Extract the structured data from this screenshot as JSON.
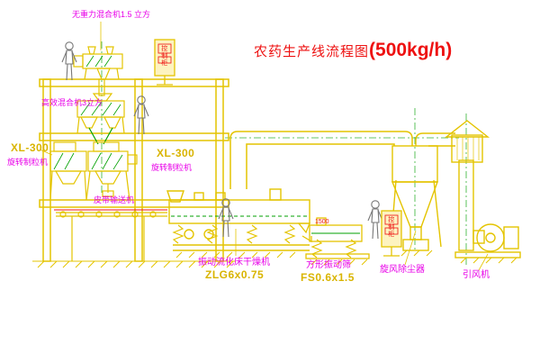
{
  "title": {
    "text": "农药生产线流程图",
    "capacity": "(500kg/h)"
  },
  "equipment": {
    "mixer_top": {
      "label": "无重力混合机1.5 立方"
    },
    "mixer_mid": {
      "label": "高效混合机3立方"
    },
    "granulator_left": {
      "model": "XL-300",
      "label": "旋转制粒机"
    },
    "granulator_center": {
      "model": "XL-300",
      "label": "旋转制粒机"
    },
    "belt_conveyor": {
      "label": "皮带输送机"
    },
    "dryer": {
      "label": "振动流化床干燥机",
      "model": "ZLG6x0.75"
    },
    "screen": {
      "label": "方形振动筛",
      "model": "FS0.6x1.5",
      "dimension": "1500"
    },
    "cyclone": {
      "label": "旋风除尘器"
    },
    "fan": {
      "label": "引风机"
    },
    "control_cabinet_1": {
      "label": "控制柜"
    },
    "control_cabinet_2": {
      "label": "控制柜"
    }
  },
  "colors": {
    "line_yellow": "#e4c400",
    "label_magenta": "#e800e8",
    "title_red": "#ee1111",
    "detail_green": "#00a000",
    "background": "#ffffff"
  }
}
